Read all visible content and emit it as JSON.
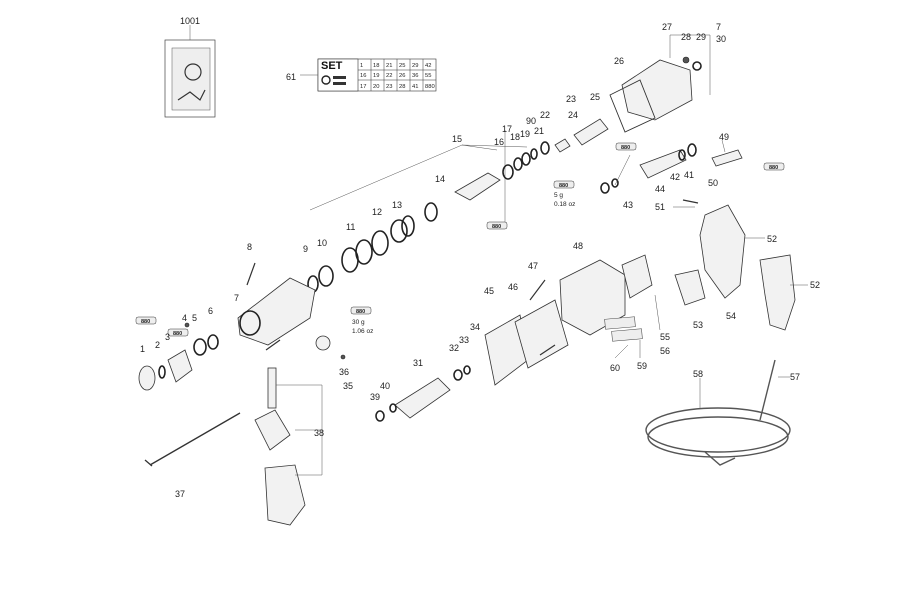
{
  "labels": {
    "l1001": "1001",
    "l61": "61",
    "l27": "27",
    "l7a": "7",
    "l30": "30",
    "l28": "28",
    "l29": "29",
    "l26": "26",
    "l23": "23",
    "l25": "25",
    "l24": "24",
    "l22": "22",
    "l90": "90",
    "l21": "21",
    "l17": "17",
    "l18": "18",
    "l19": "19",
    "l16": "16",
    "l15": "15",
    "l14": "14",
    "l13": "13",
    "l12": "12",
    "l11": "11",
    "l10": "10",
    "l9": "9",
    "l8": "8",
    "l7": "7",
    "l6": "6",
    "l5": "5",
    "l4": "4",
    "l3": "3",
    "l2": "2",
    "l1": "1",
    "l49": "49",
    "l50": "50",
    "l51": "51",
    "l52a": "52",
    "l52b": "52",
    "l53": "53",
    "l54": "54",
    "l55": "55",
    "l56": "56",
    "l57": "57",
    "l58": "58",
    "l59": "59",
    "l60": "60",
    "l48": "48",
    "l47": "47",
    "l46": "46",
    "l45": "45",
    "l34": "34",
    "l33": "33",
    "l32": "32",
    "l31": "31",
    "l36": "36",
    "l35": "35",
    "l38": "38",
    "l37": "37",
    "l39": "39",
    "l40": "40",
    "l41": "41",
    "l42": "42",
    "l43": "43",
    "l44": "44"
  },
  "set_table": {
    "title": "SET",
    "rows": [
      [
        "1",
        "18",
        "21",
        "25",
        "29",
        "42"
      ],
      [
        "16",
        "19",
        "22",
        "26",
        "36",
        "55"
      ],
      [
        "17",
        "20",
        "23",
        "28",
        "41",
        "880"
      ]
    ]
  },
  "grease": {
    "badge": "880",
    "note1_a": "30 g",
    "note1_b": "1.06 oz",
    "note2_a": "5 g",
    "note2_b": "0.18 oz"
  },
  "icons": [
    "grease-tube-icon",
    "power-cord-icon",
    "drill-housing-icon"
  ]
}
